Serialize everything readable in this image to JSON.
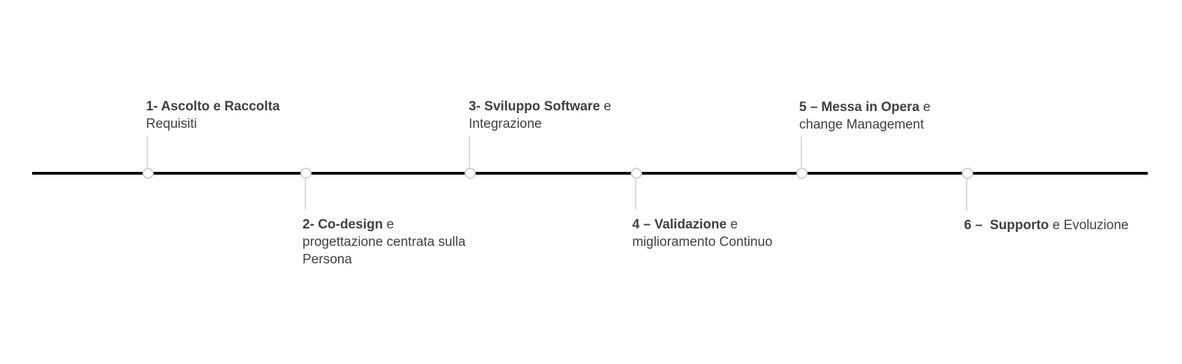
{
  "colors": {
    "axis": "#000000",
    "node_stroke": "#d0d0d0",
    "connector": "#dcdcdc",
    "text": "#404040"
  },
  "steps": [
    {
      "bold": "1- Ascolto e Raccolta",
      "rest_line1": "",
      "line2": "Requisiti",
      "line3": "",
      "position": "above"
    },
    {
      "bold": "2- Co-design",
      "rest_line1": " e",
      "line2": "progettazione centrata sulla",
      "line3": "Persona",
      "position": "below"
    },
    {
      "bold": "3- Sviluppo Software",
      "rest_line1": " e",
      "line2": "Integrazione",
      "line3": "",
      "position": "above"
    },
    {
      "bold": "4 – Validazione",
      "rest_line1": " e",
      "line2": "miglioramento Continuo",
      "line3": "",
      "position": "below"
    },
    {
      "bold": "5 – Messa in Opera",
      "rest_line1": " e",
      "line2": "change Management",
      "line3": "",
      "position": "above"
    },
    {
      "bold": "6 –  Supporto",
      "rest_line1": " e Evoluzione",
      "line2": "",
      "line3": "",
      "position": "below"
    }
  ]
}
